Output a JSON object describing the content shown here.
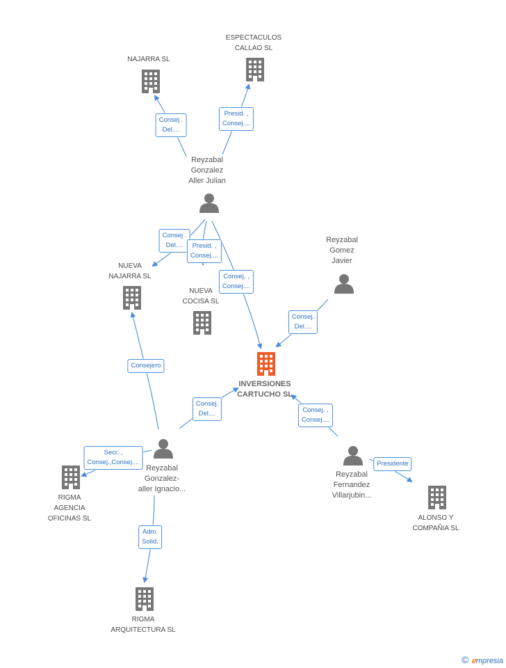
{
  "companies": {
    "najarra": {
      "line1": "NAJARRA SL",
      "line2": "",
      "line3": ""
    },
    "espectaculos": {
      "line1": "ESPECTACULOS",
      "line2": "CALLAO SL",
      "line3": ""
    },
    "nueva_najarra": {
      "line1": "NUEVA",
      "line2": "NAJARRA SL",
      "line3": ""
    },
    "nueva_cocisa": {
      "line1": "NUEVA",
      "line2": "COCISA SL",
      "line3": ""
    },
    "inversiones": {
      "line1": "INVERSIONES",
      "line2": "CARTUCHO SL",
      "line3": ""
    },
    "rigma_agencia": {
      "line1": "RIGMA",
      "line2": "AGENCIA",
      "line3": "OFICINAS SL"
    },
    "rigma_arq": {
      "line1": "RIGMA",
      "line2": "ARQUITECTURA SL",
      "line3": ""
    },
    "alonso": {
      "line1": "ALONSO Y",
      "line2": "COMPAÑIA SL",
      "line3": ""
    }
  },
  "persons": {
    "julian": {
      "line1": "Reyzabal",
      "line2": "Gonzalez",
      "line3": "Aller Julian"
    },
    "javier": {
      "line1": "Reyzabal",
      "line2": "Gomez",
      "line3": "Javier"
    },
    "ignacio": {
      "line1": "Reyzabal",
      "line2": "Gonzalez-",
      "line3": "aller Ignacio..."
    },
    "fernandez": {
      "line1": "Reyzabal",
      "line2": "Fernandez",
      "line3": "Villarjubin..."
    }
  },
  "relations": {
    "r1": {
      "line1": "Consej .",
      "line2": "Del...."
    },
    "r2": {
      "line1": "Presid. ,",
      "line2": "Consej...."
    },
    "r3": {
      "line1": "Consej .",
      "line2": "Del...."
    },
    "r4": {
      "line1": "Presid. ,",
      "line2": "Consej...."
    },
    "r5": {
      "line1": "Consej. ,",
      "line2": "Consej...."
    },
    "r6": {
      "line1": "Consej.",
      "line2": "Del...."
    },
    "r7": {
      "line1": "Consejero",
      "line2": ""
    },
    "r8": {
      "line1": "Consej.",
      "line2": "Del...."
    },
    "r9": {
      "line1": "Consej. ,",
      "line2": "Consej...."
    },
    "r10": {
      "line1": "Secr. ,",
      "line2": "Consej.,Consej...."
    },
    "r11": {
      "line1": "Presidente",
      "line2": ""
    },
    "r12": {
      "line1": "Adm.",
      "line2": "Solid."
    }
  },
  "colors": {
    "building": "#777777",
    "building_center": "#f05a28",
    "person": "#777777",
    "edge": "#4a8edb"
  },
  "brand": {
    "copyright": "©",
    "e": "ℯ",
    "rest": "mpresia"
  }
}
